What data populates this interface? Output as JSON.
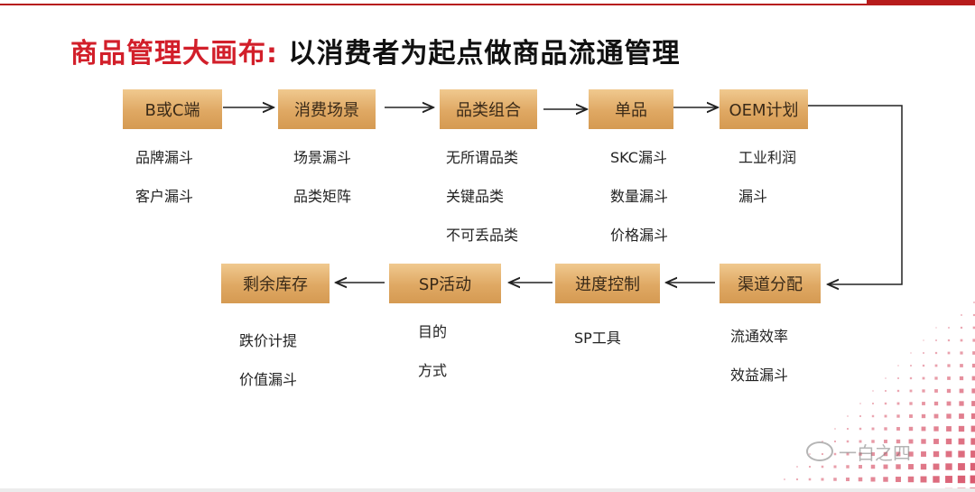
{
  "title": {
    "part1": "商品管理大画布:",
    "part2": " 以消费者为起点做商品流通管理"
  },
  "colors": {
    "accent_red": "#d21f2a",
    "box_gold": "#dfa863",
    "line": "#222222"
  },
  "row1": [
    {
      "label": "B或C端",
      "items": [
        "品牌漏斗",
        "客户漏斗"
      ]
    },
    {
      "label": "消费场景",
      "items": [
        "场景漏斗",
        "品类矩阵"
      ]
    },
    {
      "label": "品类组合",
      "items": [
        "无所谓品类",
        "关键品类",
        "不可丢品类"
      ]
    },
    {
      "label": "单品",
      "items": [
        "SKC漏斗",
        "数量漏斗",
        "价格漏斗"
      ]
    },
    {
      "label": "OEM计划",
      "items": [
        "工业利润",
        "漏斗"
      ]
    }
  ],
  "row2": [
    {
      "label": "剩余库存",
      "items": [
        "跌价计提",
        "价值漏斗"
      ]
    },
    {
      "label": "SP活动",
      "items": [
        "目的",
        "方式"
      ]
    },
    {
      "label": "进度控制",
      "items": [
        "SP工具"
      ]
    },
    {
      "label": "渠道分配",
      "items": [
        "流通效率",
        "效益漏斗"
      ]
    }
  ],
  "watermark": "一白之四"
}
